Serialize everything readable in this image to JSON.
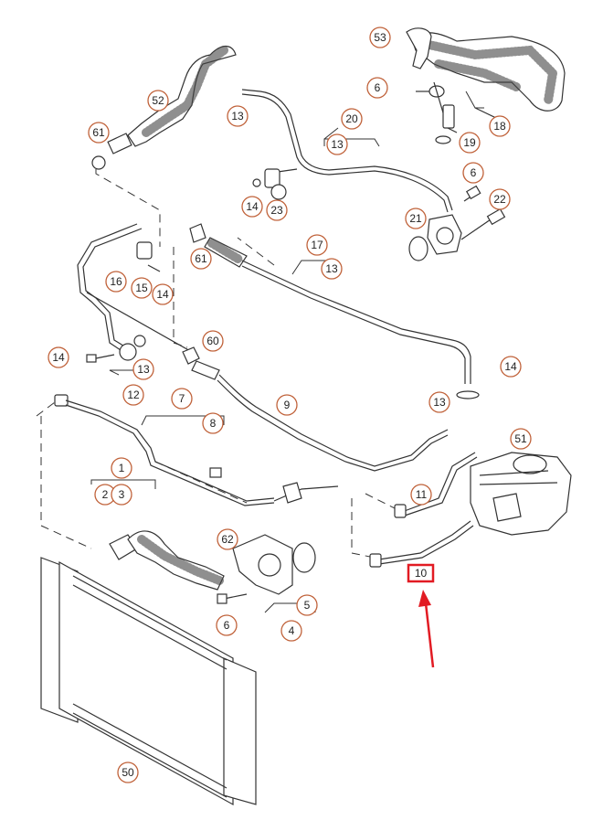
{
  "labels": {
    "l53": "53",
    "l6a": "6",
    "l18": "18",
    "l19": "19",
    "l13a": "13",
    "l20": "20",
    "l13b": "13",
    "l52": "52",
    "l61a": "61",
    "l6b": "6",
    "l22": "22",
    "l14a": "14",
    "l23": "23",
    "l21": "21",
    "l17": "17",
    "l13c": "13",
    "l61b": "61",
    "l16": "16",
    "l15": "15",
    "l14b": "14",
    "l60": "60",
    "l14c": "14",
    "l13d": "13",
    "l12": "12",
    "l14d": "14",
    "l13e": "13",
    "l7": "7",
    "l8": "8",
    "l9": "9",
    "l51": "51",
    "l1": "1",
    "l2": "2",
    "l3": "3",
    "l11": "11",
    "l62": "62",
    "l5": "5",
    "l6c": "6",
    "l4": "4",
    "l10": "10",
    "l50": "50"
  },
  "highlight": {
    "label": "10",
    "color": "#e21b23"
  },
  "colors": {
    "label_ring": "#c0623a",
    "line": "#333333",
    "arrow": "#e21b23"
  }
}
